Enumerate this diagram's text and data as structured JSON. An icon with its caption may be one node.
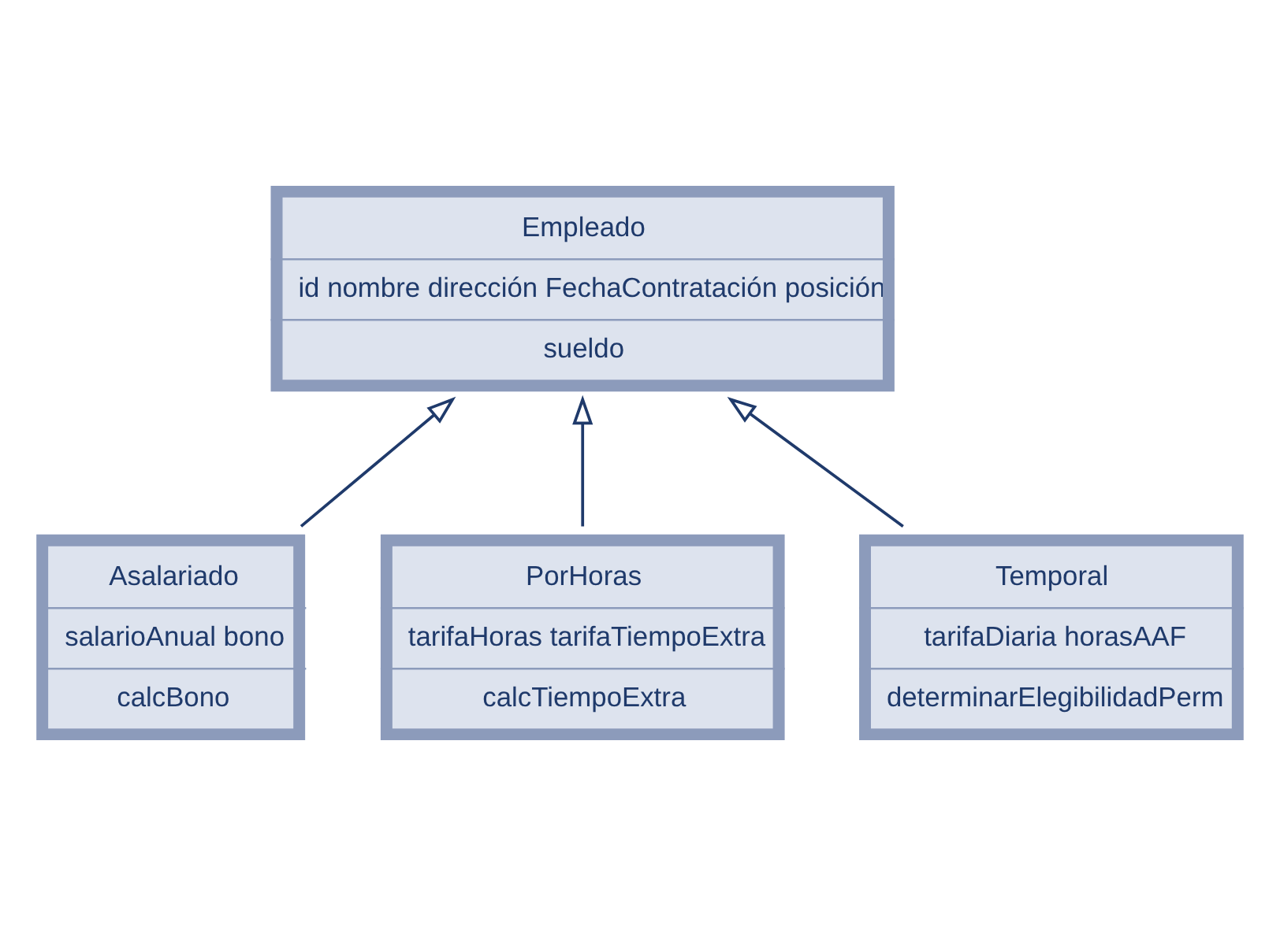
{
  "diagram": {
    "nodes": [
      {
        "text": [
          "Empleado",
          "id nombre dirección FechaContratación posición",
          "sueldo"
        ]
      },
      {
        "text": [
          "Asalariado",
          "salarioAnual bono",
          "calcBono"
        ]
      },
      {
        "text": [
          "PorHoras",
          "tarifaHoras tarifaTiempoExtra",
          "calcTiempoExtra"
        ]
      },
      {
        "text": [
          "Temporal",
          "tarifaDiaria horasAAF",
          "determinarElegibilidadPerm"
        ]
      }
    ],
    "edges": [
      {
        "from": 1,
        "to": 0,
        "arrow": "to"
      },
      {
        "from": 2,
        "to": 0,
        "arrow": "to"
      },
      {
        "from": 3,
        "to": 0,
        "arrow": "to"
      }
    ]
  }
}
